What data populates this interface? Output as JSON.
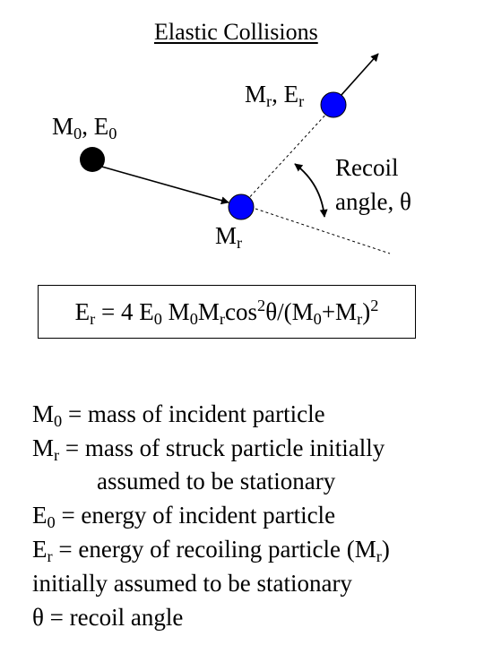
{
  "title": "Elastic Collisions",
  "labels": {
    "incident_mass": "M",
    "incident_mass_sub": "0",
    "incident_sep": ", E",
    "incident_energy_sub": "0",
    "recoil_mass": "M",
    "recoil_mass_sub": "r",
    "recoil_sep": ", E",
    "recoil_energy_sub": "r",
    "target_mass": "M",
    "target_mass_sub": "r",
    "angle_line1": "Recoil",
    "angle_line2": "angle, θ"
  },
  "formula": {
    "p1": "E",
    "s1": "r",
    "p2": " = 4 E",
    "s2": "0",
    "p3": " M",
    "s3": "0",
    "p4": "M",
    "s4": "r",
    "p5": "cos",
    "sup1": "2",
    "p6": "θ/(M",
    "s5": "0",
    "p7": "+M",
    "s6": "r",
    "p8": ")",
    "sup2": "2"
  },
  "definitions": {
    "d1_sym": "M",
    "d1_sub": "0",
    "d1_text": " = mass of incident particle",
    "d2_sym": "M",
    "d2_sub": "r",
    "d2_text": " = mass of struck particle initially",
    "d3_text": "assumed to be stationary",
    "d4_sym": "E",
    "d4_sub": "0",
    "d4_text": " = energy of incident particle",
    "d5_sym": "E",
    "d5_sub": "r",
    "d5_text": " = energy of recoiling particle (M",
    "d5_sub2": "r",
    "d5_text2": ")",
    "d6_text": "initially assumed to be stationary",
    "d7_text": "θ = recoil angle"
  },
  "colors": {
    "incident_ball": "#000000",
    "target_ball": "#0000ff"
  }
}
